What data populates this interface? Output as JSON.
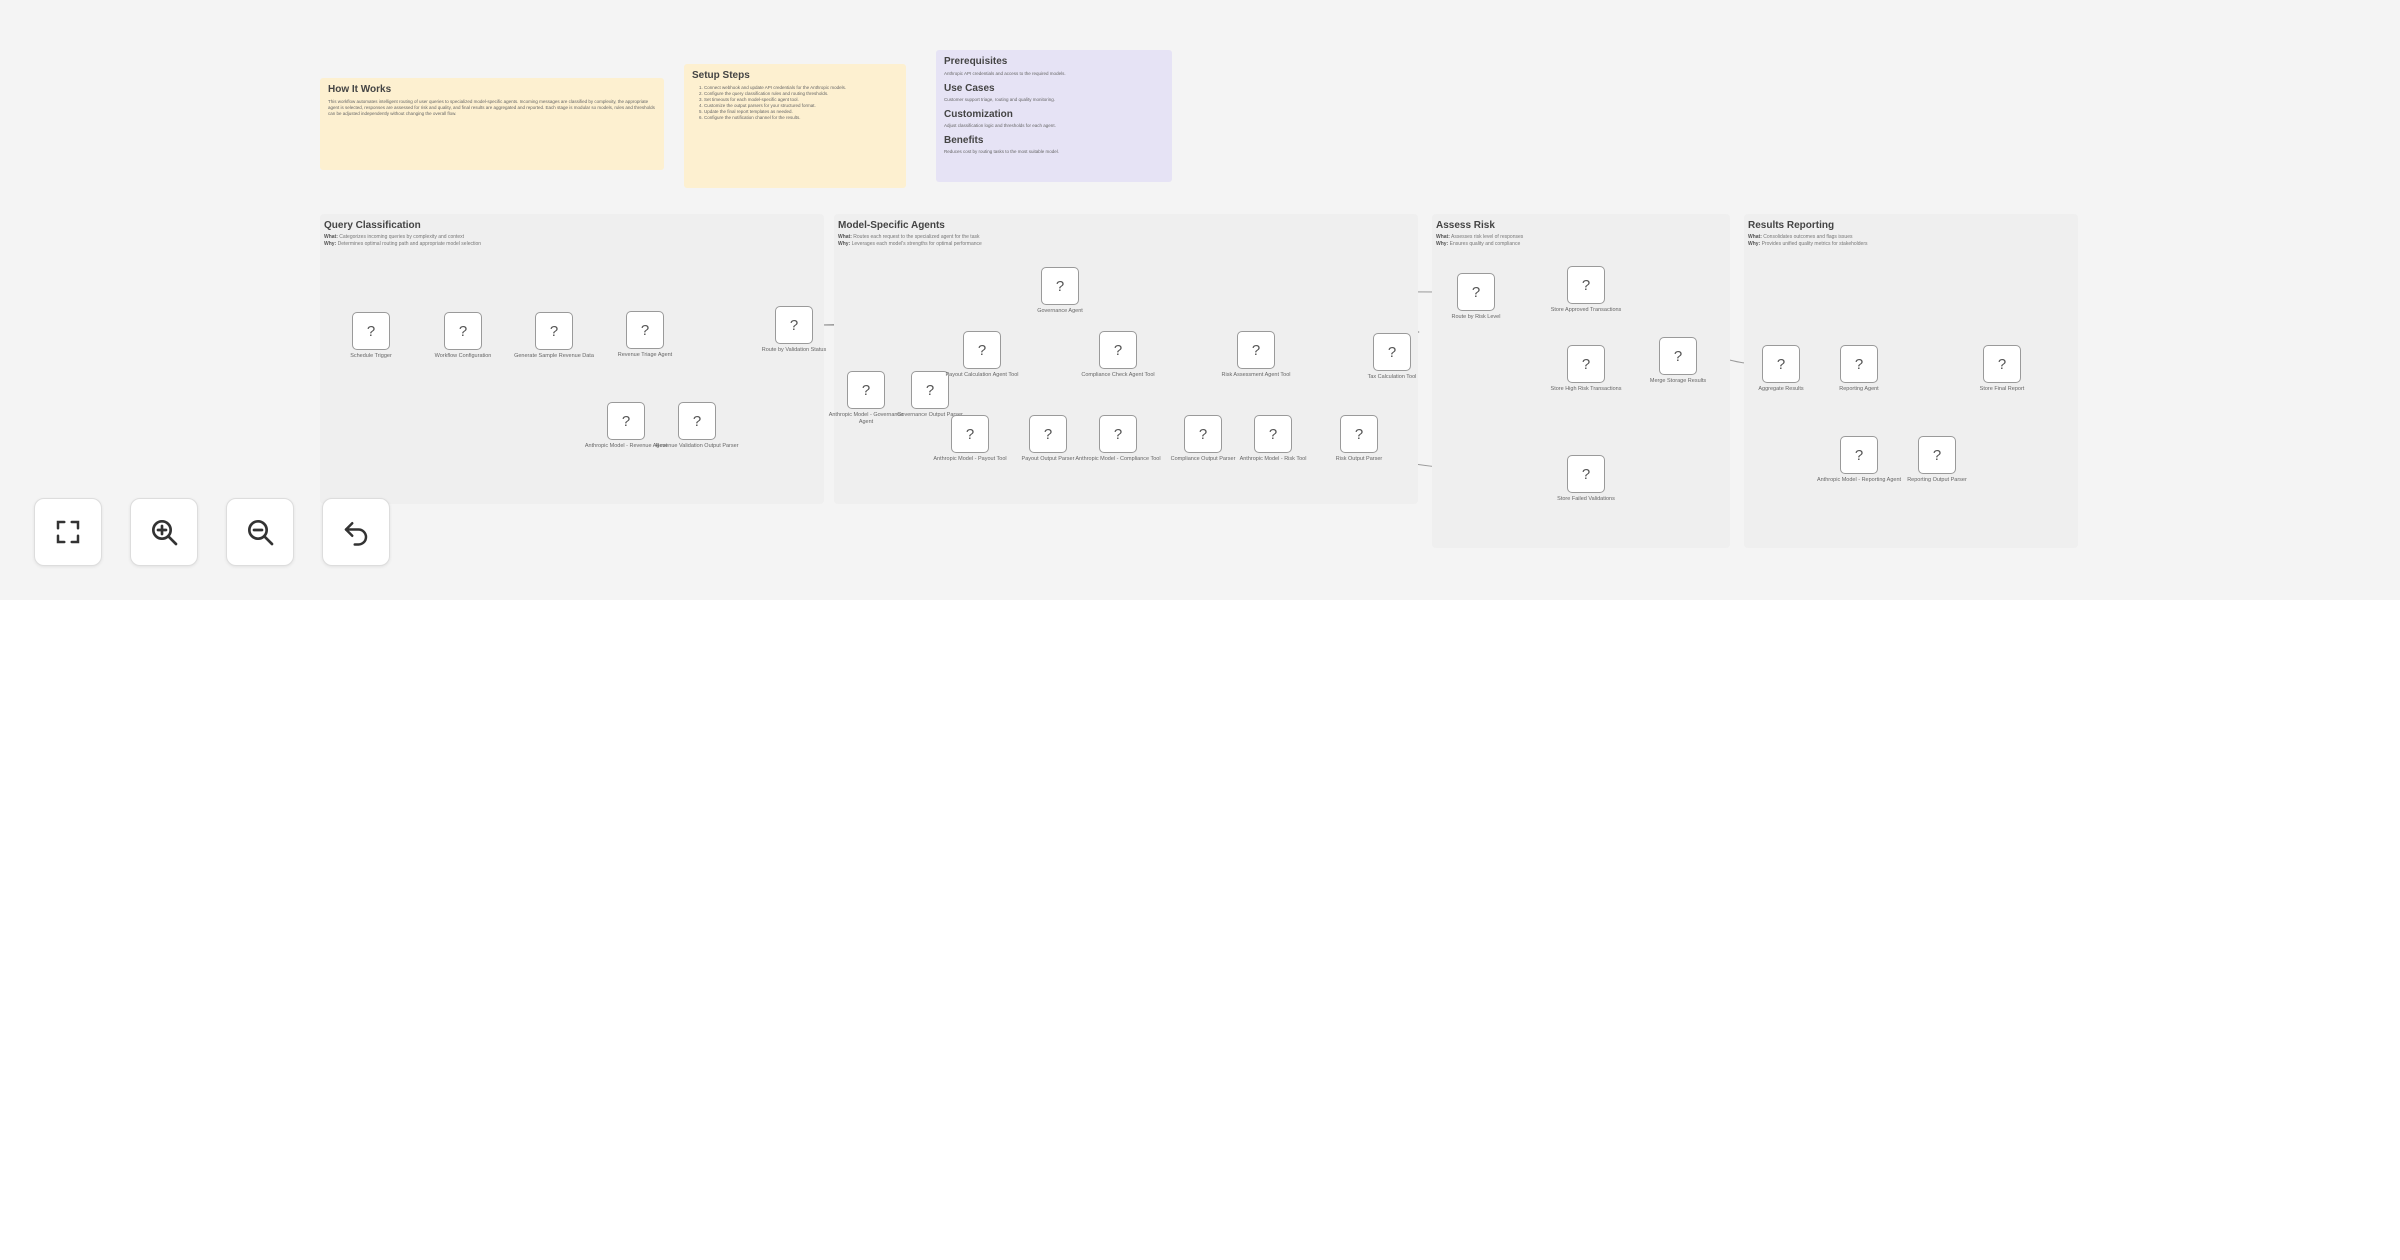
{
  "stickies": {
    "how": {
      "title": "How It Works",
      "body": "This workflow automates intelligent routing of user queries to specialized model-specific agents. Incoming messages are classified by complexity, the appropriate agent is selected, responses are assessed for risk and quality, and final results are aggregated and reported. Each stage is modular so models, rules and thresholds can be adjusted independently without changing the overall flow."
    },
    "setup": {
      "title": "Setup Steps",
      "steps": [
        "Connect webhook and update API credentials for the Anthropic models.",
        "Configure the query classification rules and routing thresholds.",
        "Set timeouts for each model-specific agent tool.",
        "Customize the output parsers for your structured format.",
        "Update the final report templates as needed.",
        "Configure the notification channel for the results."
      ]
    },
    "prereq": {
      "title": "Prerequisites",
      "body": "Anthropic API credentials and access to the required models.",
      "use_title": "Use Cases",
      "use_body": "Customer support triage, routing and quality monitoring.",
      "custom_title": "Customization",
      "custom_body": "Adjust classification logic and thresholds for each agent.",
      "benefits_title": "Benefits",
      "benefits_body": "Reduces cost by routing tasks to the most suitable model."
    }
  },
  "sections": {
    "qc": {
      "title": "Query Classification",
      "what": "What:",
      "what_text": "Categorizes incoming queries by complexity and context",
      "why": "Why:",
      "why_text": "Determines optimal routing path and appropriate model selection"
    },
    "msa": {
      "title": "Model-Specific Agents",
      "what": "What:",
      "what_text": "Routes each request to the specialized agent for the task",
      "why": "Why:",
      "why_text": "Leverages each model's strengths for optimal performance"
    },
    "ar": {
      "title": "Assess Risk",
      "what": "What:",
      "what_text": "Assesses risk level of responses",
      "why": "Why:",
      "why_text": "Ensures quality and compliance"
    },
    "rr": {
      "title": "Results Reporting",
      "what": "What:",
      "what_text": "Consolidates outcomes and flags issues",
      "why": "Why:",
      "why_text": "Provides unified quality metrics for stakeholders"
    }
  },
  "nodes": [
    {
      "id": "n1",
      "label": "Schedule Trigger",
      "icon": "?"
    },
    {
      "id": "n2",
      "label": "Workflow Configuration",
      "icon": "?"
    },
    {
      "id": "n3",
      "label": "Generate Sample Revenue Data",
      "icon": "?"
    },
    {
      "id": "n4",
      "label": "Revenue Triage Agent",
      "icon": "?"
    },
    {
      "id": "n5",
      "label": "Anthropic Model - Revenue Agent",
      "icon": "?"
    },
    {
      "id": "n6",
      "label": "Revenue Validation Output Parser",
      "icon": "?"
    },
    {
      "id": "n7",
      "label": "Route by Validation Status",
      "icon": "?"
    },
    {
      "id": "n8",
      "label": "Anthropic Model - Governance Agent",
      "icon": "?"
    },
    {
      "id": "n9",
      "label": "Governance Output Parser",
      "icon": "?"
    },
    {
      "id": "n10",
      "label": "Governance Agent",
      "icon": "?"
    },
    {
      "id": "n11",
      "label": "Payout Calculation Agent Tool",
      "icon": "?"
    },
    {
      "id": "n12",
      "label": "Anthropic Model - Payout Tool",
      "icon": "?"
    },
    {
      "id": "n13",
      "label": "Payout Output Parser",
      "icon": "?"
    },
    {
      "id": "n14",
      "label": "Compliance Check Agent Tool",
      "icon": "?"
    },
    {
      "id": "n15",
      "label": "Anthropic Model - Compliance Tool",
      "icon": "?"
    },
    {
      "id": "n16",
      "label": "Compliance Output Parser",
      "icon": "?"
    },
    {
      "id": "n17",
      "label": "Risk Assessment Agent Tool",
      "icon": "?"
    },
    {
      "id": "n18",
      "label": "Anthropic Model - Risk Tool",
      "icon": "?"
    },
    {
      "id": "n19",
      "label": "Risk Output Parser",
      "icon": "?"
    },
    {
      "id": "n20",
      "label": "Tax Calculation Tool",
      "icon": "?"
    },
    {
      "id": "n21",
      "label": "Route by Risk Level",
      "icon": "?"
    },
    {
      "id": "n22",
      "label": "Store Approved Transactions",
      "icon": "?"
    },
    {
      "id": "n23",
      "label": "Store High Risk Transactions",
      "icon": "?"
    },
    {
      "id": "n24",
      "label": "Merge Storage Results",
      "icon": "?"
    },
    {
      "id": "n25",
      "label": "Store Failed Validations",
      "icon": "?"
    },
    {
      "id": "n26",
      "label": "Aggregate Results",
      "icon": "?"
    },
    {
      "id": "n27",
      "label": "Reporting Agent",
      "icon": "?"
    },
    {
      "id": "n28",
      "label": "Anthropic Model - Reporting Agent",
      "icon": "?"
    },
    {
      "id": "n29",
      "label": "Reporting Output Parser",
      "icon": "?"
    },
    {
      "id": "n30",
      "label": "Store Final Report",
      "icon": "?"
    }
  ],
  "controls": {
    "fit": "fit-view-icon",
    "zoom_in": "zoom-in-icon",
    "zoom_out": "zoom-out-icon",
    "undo": "undo-icon"
  },
  "colors": {
    "canvas": "#f4f4f4",
    "sticky_yellow": "#fdf0d0",
    "sticky_purple": "#e6e3f5",
    "edge": "#9a9a9a"
  }
}
